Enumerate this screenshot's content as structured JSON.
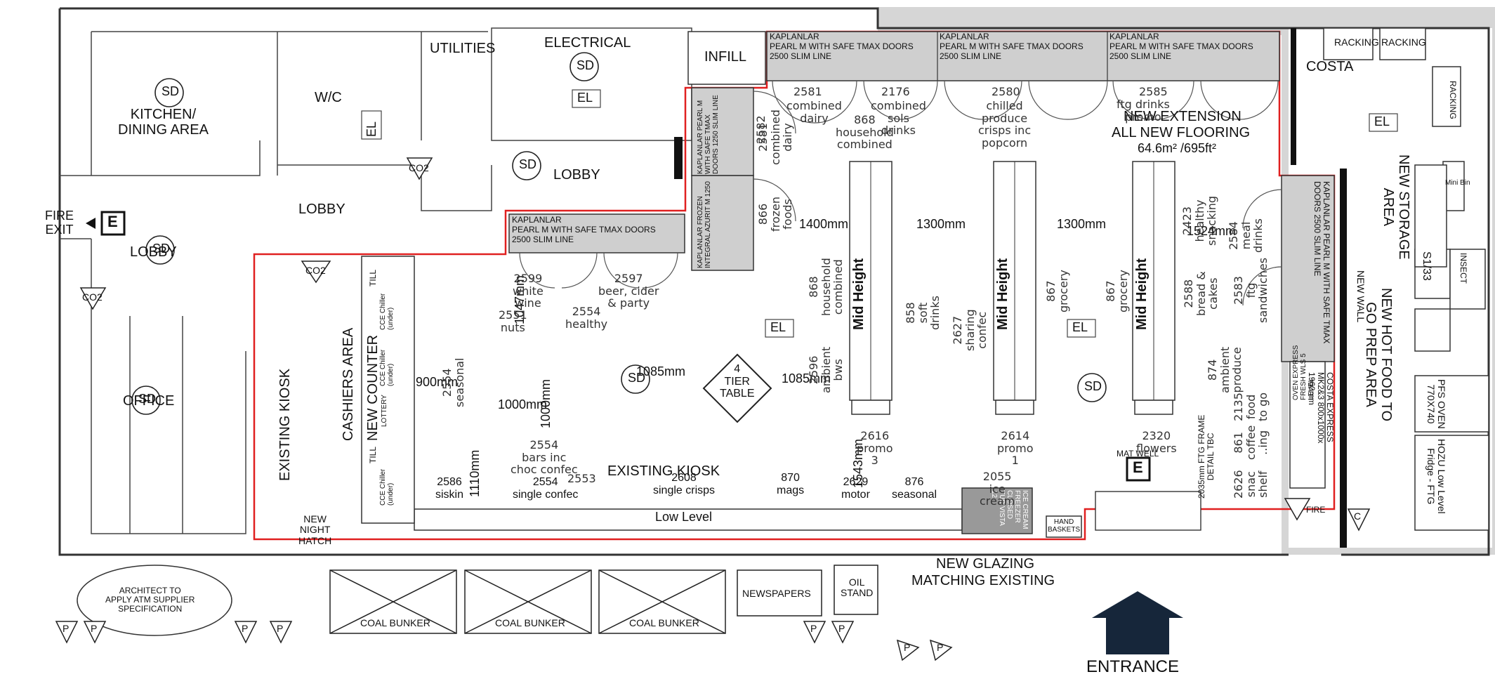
{
  "rooms": {
    "kitchen": "KITCHEN/\nDINING AREA",
    "wc": "W/C",
    "utilities": "UTILITIES",
    "electrical": "ELECTRICAL",
    "lobby_top": "LOBBY",
    "lobby_mid": "LOBBY",
    "lobby_left": "LOBBY",
    "office": "OFFICE",
    "fire_exit": "FIRE\nEXIT",
    "costa": "COSTA",
    "new_storage": "NEW STORAGE\nAREA",
    "new_hot_food": "NEW HOT FOOD TO\nGO PREP AREA",
    "new_wall": "NEW WALL",
    "new_extension": "NEW EXTENSION",
    "all_new_flooring": "ALL NEW FLOORING",
    "area": "64.6m² /695ft²"
  },
  "symbols": {
    "sd": "SD",
    "el": "EL",
    "e": "E",
    "co2": "CO2",
    "p": "P",
    "c": "C"
  },
  "fridges": {
    "kaplanlar_line1": "KAPLANLAR",
    "kaplanlar_line2": "PEARL M WITH SAFE TMAX DOORS",
    "kaplanlar_line3": "2500 SLIM LINE",
    "infill": "INFILL",
    "kaplanlar_v1": "KAPLANLAR PEARL M WITH SAFE TMAX DOORS 1250 SLIM LINE",
    "kaplanlar_v2": "KAPLANLAR FROZEN INTEGRAL AZURIT M 1250",
    "kaplanlar_right": "KAPLANLAR PEARL M WITH SAFE TMAX DOORS 2500 SLIM LINE"
  },
  "labels": {
    "racking_1": "RACKING",
    "racking_2": "RACKING",
    "racking_3": "RACKING",
    "cashiers_area": "CASHIERS AREA",
    "new_counter": "NEW COUNTER",
    "existing_kiosk_v": "EXISTING KIOSK",
    "existing_kiosk_h": "EXISTING KIOSK",
    "tier_table": "4\nTIER\nTABLE",
    "low_level": "Low Level",
    "mid_height": "Mid Height",
    "mat_well": "MAT WELL",
    "new_glazing": "NEW GLAZING",
    "matching_existing": "MATCHING EXISTING",
    "entrance": "ENTRANCE",
    "architect": "ARCHITECT TO\nAPPLY ATM SUPPLIER\nSPECIFICATION",
    "coal_bunker": "COAL BUNKER",
    "newspapers": "NEWSPAPERS",
    "oil_stand": "OIL\nSTAND",
    "new_night_hatch": "NEW\nNIGHT\nHATCH",
    "hand_baskets": "HAND\nBASKETS",
    "ice_cream_freezer": "ICE CREAM FREEZER CLOSED TUB VISTA 12",
    "till": "TILL",
    "cce_chiller": "CCE Chiller (under)",
    "lottery": "LOTTERY",
    "ftg_frame": "2035mm FTG FRAME\nDETAIL TBC",
    "costa_express": "COSTA EXPRESS MK2&3 800x1000x 1960mm",
    "oven": "OVEN EXPRESS FRESH WLS 5 LEVEL",
    "hozu": "HOZU Low Level\nFridge - FTG",
    "pfs_oven": "PFS OVEN\n770X740",
    "s133": "S1/33",
    "insect": "INSECT",
    "mini_bin": "Mini Bin",
    "fire": "FIRE"
  },
  "dims": {
    "d1400": "1400mm",
    "d1300a": "1300mm",
    "d1300b": "1300mm",
    "d1524": "1524mm",
    "d900": "900mm",
    "d1000": "1000mm",
    "d1000b": "1000mm",
    "d1047": "1047mm",
    "d1085a": "1085mm",
    "d1085b": "1085mm",
    "d1110": "1110mm",
    "d1543": "1543mm"
  },
  "bays_top": [
    {
      "code": "2581",
      "desc": "combined\ndairy"
    },
    {
      "code": "2176",
      "desc": "combined\nsols\ndrinks"
    },
    {
      "code": "2580",
      "desc": "chilled\nproduce\ncrisps inc\npopcorn"
    },
    {
      "code": "2585",
      "desc": "ftg drinks\npromo"
    }
  ],
  "bays_misc": {
    "b2581v": "2581\ncombined\ndairy",
    "b866": "866\nfrozen\nfoods",
    "b868a": "868\nhousehold\ncombined",
    "b868b": "868\nhousehold\ncombined",
    "b858": "858\nsoft\ndrinks",
    "b2627": "2627\nsharing\nconfec",
    "b867a": "867\ngrocery",
    "b867b": "867\ngrocery",
    "b2588": "2588\nbread &\ncakes",
    "b2423": "2423\nhealthy\nsnacking",
    "b2584": "2584\nmeal\ndrinks",
    "b2583": "2583\nftg\nsandwiches",
    "b874": "874\nambient\nproduce",
    "b2135": "2135\nfood\nto go",
    "b861": "861\ncoffee\n..ing",
    "b2626": "2626\nsnac\nshelf",
    "b2599": "2599\nwhite\nwine",
    "b2597": "2597\nbeer, cider\n& party",
    "b2554h": "2554\nhealthy",
    "b2551": "2551\nnuts",
    "b2554s": "2554\nseasonal",
    "b2596": "2596\nambient\nbws",
    "b2616": "2616\npromo\n3",
    "b2614": "2614\npromo\n1",
    "b2320": "2320\nflowers",
    "b2055": "2055\nice\ncream",
    "b2554b": "2554\nbars inc\nchoc confec",
    "b2553": "2553",
    "b2586": "2586\nsiskin",
    "b2554c": "2554\nsingle confec",
    "b2608": "2608\nsingle crisps",
    "b870": "870\nmags",
    "b2629": "2629\nmotor",
    "b876": "876\nseasonal",
    "b2582": "2582"
  }
}
